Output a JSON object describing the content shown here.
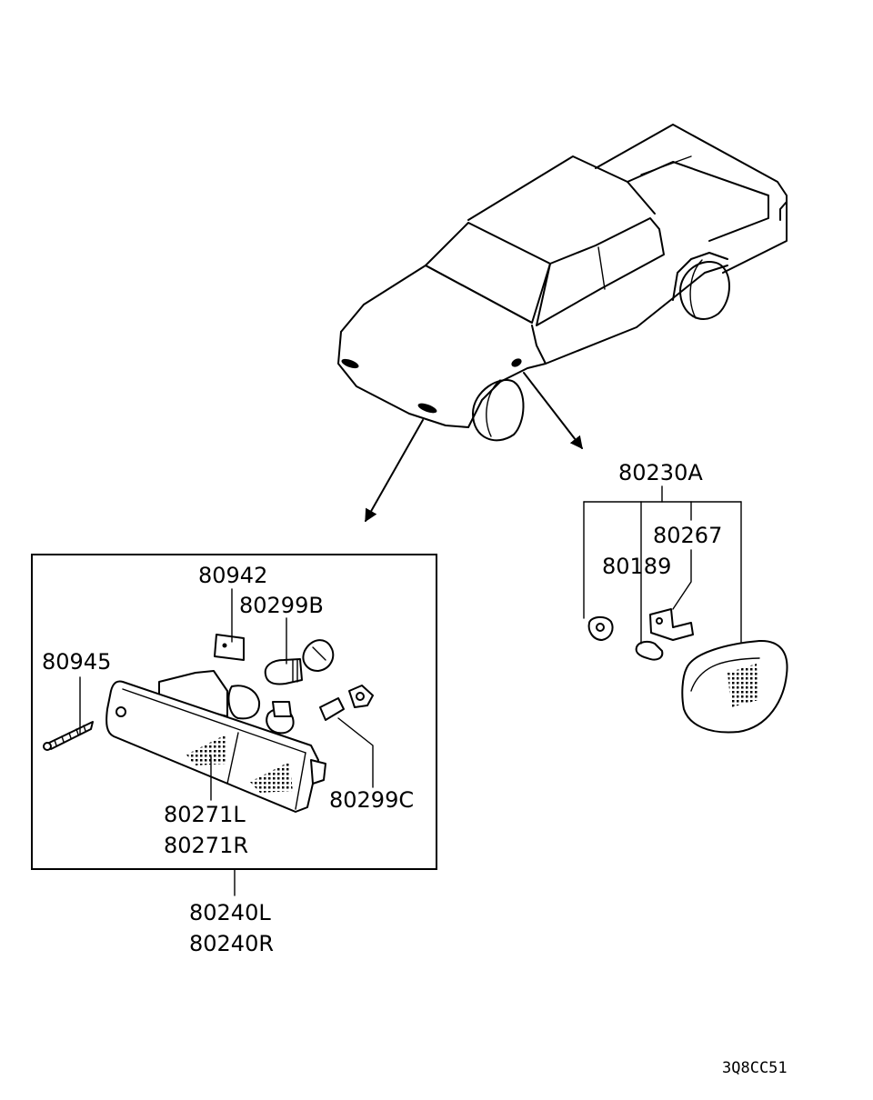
{
  "labels": {
    "p80942": "80942",
    "p80299B": "80299B",
    "p80945": "80945",
    "p80271L": "80271L",
    "p80271R": "80271R",
    "p80299C": "80299C",
    "p80240L": "80240L",
    "p80240R": "80240R",
    "p80230A": "80230A",
    "p80267": "80267",
    "p80189": "80189"
  },
  "diagram_code": "3Q8CC51"
}
